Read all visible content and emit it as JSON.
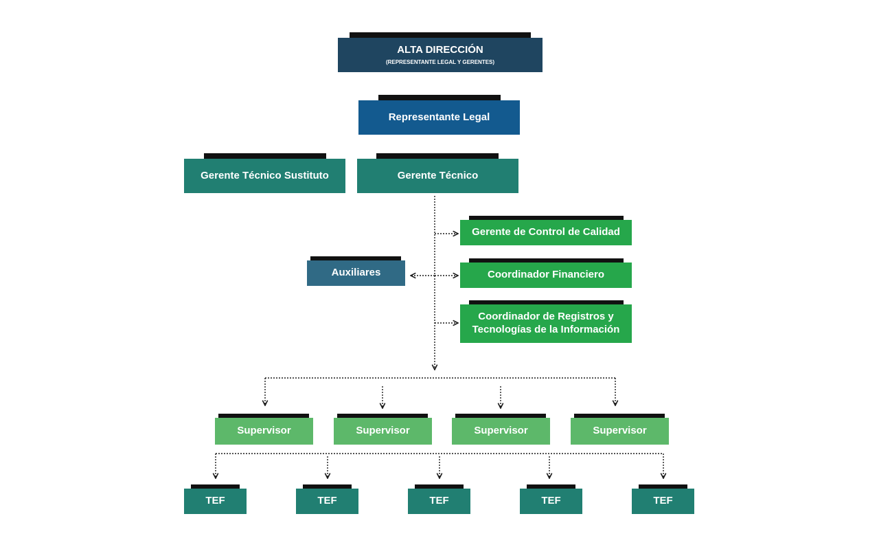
{
  "colors": {
    "navy": "#1f4560",
    "blue": "#135a8f",
    "teal": "#217f72",
    "steel": "#306a85",
    "green": "#26a74b",
    "light_green": "#5db86a",
    "tab": "#111111",
    "line": "#1a1a1a"
  },
  "top": {
    "title": "ALTA DIRECCIÓN",
    "subtitle": "(REPRESENTANTE LEGAL Y GERENTES)"
  },
  "representative": "Representante Legal",
  "managers": {
    "substitute": "Gerente Técnico Sustituto",
    "technical": "Gerente Técnico"
  },
  "staff": {
    "quality": "Gerente de Control de Calidad",
    "finance": "Coordinador Financiero",
    "records": "Coordinador de Registros y Tecnologías de la Información",
    "assistants": "Auxiliares"
  },
  "supervisors": [
    "Supervisor",
    "Supervisor",
    "Supervisor",
    "Supervisor"
  ],
  "tef": [
    "TEF",
    "TEF",
    "TEF",
    "TEF",
    "TEF"
  ]
}
